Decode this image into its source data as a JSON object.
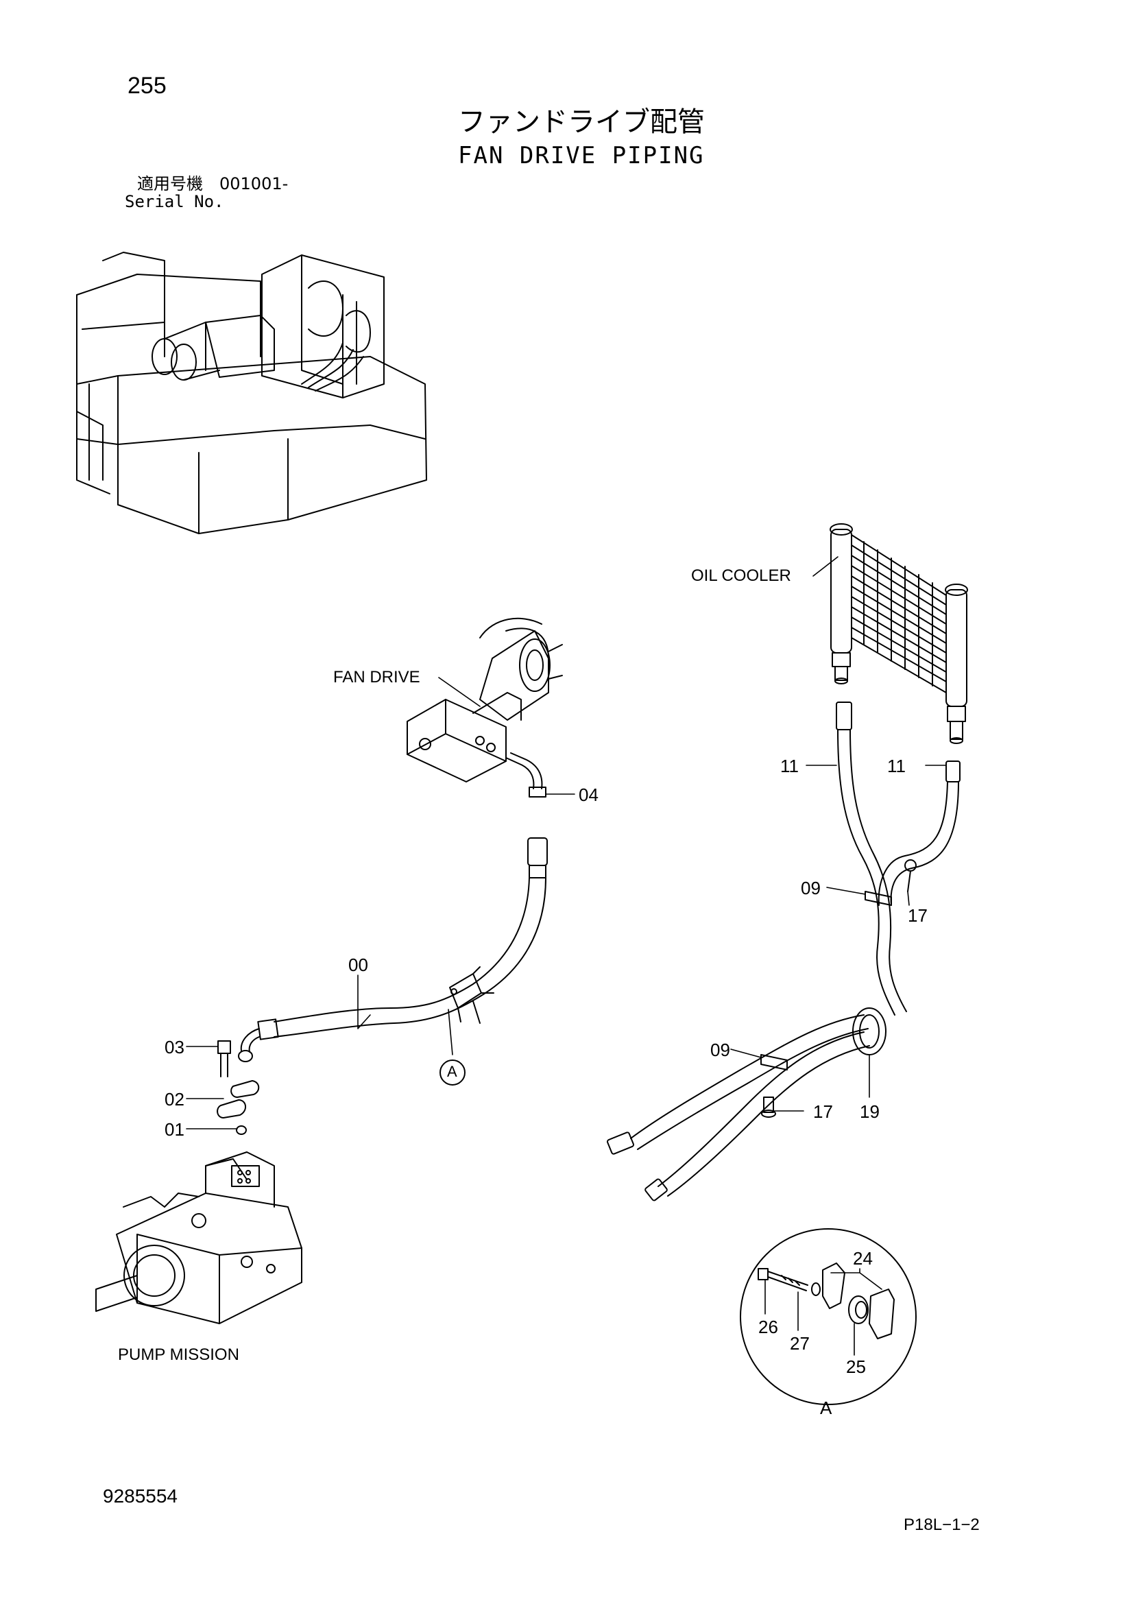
{
  "header": {
    "page_number": "255",
    "title_jp": "ファンドライブ配管",
    "title_en": "FAN DRIVE PIPING",
    "serial_jp": "適用号機　001001-",
    "serial_en": "Serial No."
  },
  "components": {
    "oil_cooler": "OIL COOLER",
    "fan_drive": "FAN DRIVE",
    "pump_mission": "PUMP MISSION"
  },
  "callouts": {
    "p00": "00",
    "p01": "01",
    "p02": "02",
    "p03": "03",
    "p04": "04",
    "p09a": "09",
    "p09b": "09",
    "p11a": "11",
    "p11b": "11",
    "p17a": "17",
    "p17b": "17",
    "p19": "19",
    "p24": "24",
    "p25": "25",
    "p26": "26",
    "p27": "27",
    "view_a_marker": "A",
    "view_a_label": "A"
  },
  "footer": {
    "doc_number": "9285554",
    "sheet_code": "P18L−1−2"
  }
}
